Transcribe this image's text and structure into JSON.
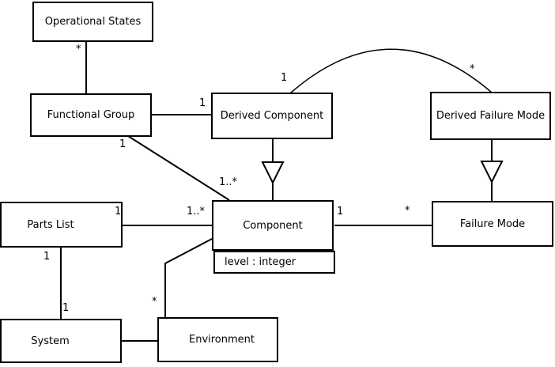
{
  "diagram": {
    "type": "uml-class-diagram",
    "colors": {
      "line": "#000000",
      "background": "#ffffff",
      "box_fill": "#ffffff",
      "text": "#000000"
    },
    "classes": [
      {
        "name": "Operational States"
      },
      {
        "name": "Functional Group"
      },
      {
        "name": "Derived Component"
      },
      {
        "name": "Derived Failure Mode"
      },
      {
        "name": "Parts List"
      },
      {
        "name": "Component",
        "attributes": [
          "level : integer"
        ]
      },
      {
        "name": "Failure Mode"
      },
      {
        "name": "System"
      },
      {
        "name": "Environment"
      }
    ],
    "relationships": [
      {
        "from": "Operational States",
        "to": "Functional Group",
        "type": "association",
        "from_label": "*"
      },
      {
        "from": "Functional Group",
        "to": "Derived Component",
        "type": "association",
        "to_label": "1"
      },
      {
        "from": "Functional Group",
        "to": "Component",
        "type": "association",
        "from_label": "1",
        "to_label": "1..*"
      },
      {
        "from": "Derived Component",
        "to": "Component",
        "type": "generalization"
      },
      {
        "from": "Derived Component",
        "to": "Derived Failure Mode",
        "type": "association",
        "from_label": "1",
        "to_label": "*"
      },
      {
        "from": "Derived Failure Mode",
        "to": "Failure Mode",
        "type": "generalization"
      },
      {
        "from": "Parts List",
        "to": "Component",
        "type": "association",
        "from_label": "1",
        "to_label": "1..*"
      },
      {
        "from": "Component",
        "to": "Failure Mode",
        "type": "association",
        "from_label": "1",
        "to_label": "*"
      },
      {
        "from": "Parts List",
        "to": "System",
        "type": "association",
        "from_label": "1",
        "to_label": "1"
      },
      {
        "from": "Component",
        "to": "Environment",
        "type": "association",
        "to_label": "*"
      },
      {
        "from": "System",
        "to": "Environment",
        "type": "association"
      }
    ]
  }
}
